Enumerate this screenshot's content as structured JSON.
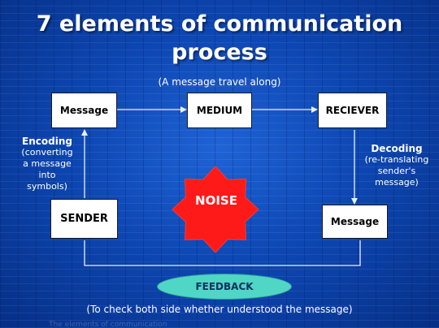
{
  "title": {
    "line1": "7 elements of communication",
    "line2": "process"
  },
  "subtitle": "(A message travel along)",
  "boxes": {
    "message_top": "Message",
    "medium": "MEDIUM",
    "receiver": "RECIEVER",
    "sender": "SENDER",
    "message_bottom": "Message"
  },
  "encoding": {
    "heading": "Encoding",
    "lines": [
      "(converting",
      "a message",
      "into",
      "symbols)"
    ]
  },
  "decoding": {
    "heading": "Decoding",
    "lines": [
      "(re-translating",
      "sender's",
      "message)"
    ]
  },
  "noise": "NOISE",
  "feedback": "FEEDBACK",
  "footer": "(To check both side whether understood the message)",
  "colors": {
    "background": "#0d47b3",
    "noise": "#ff1a1a",
    "feedback": "#4fd6c4",
    "box": "#ffffff",
    "arrow": "#e8f0ff"
  }
}
